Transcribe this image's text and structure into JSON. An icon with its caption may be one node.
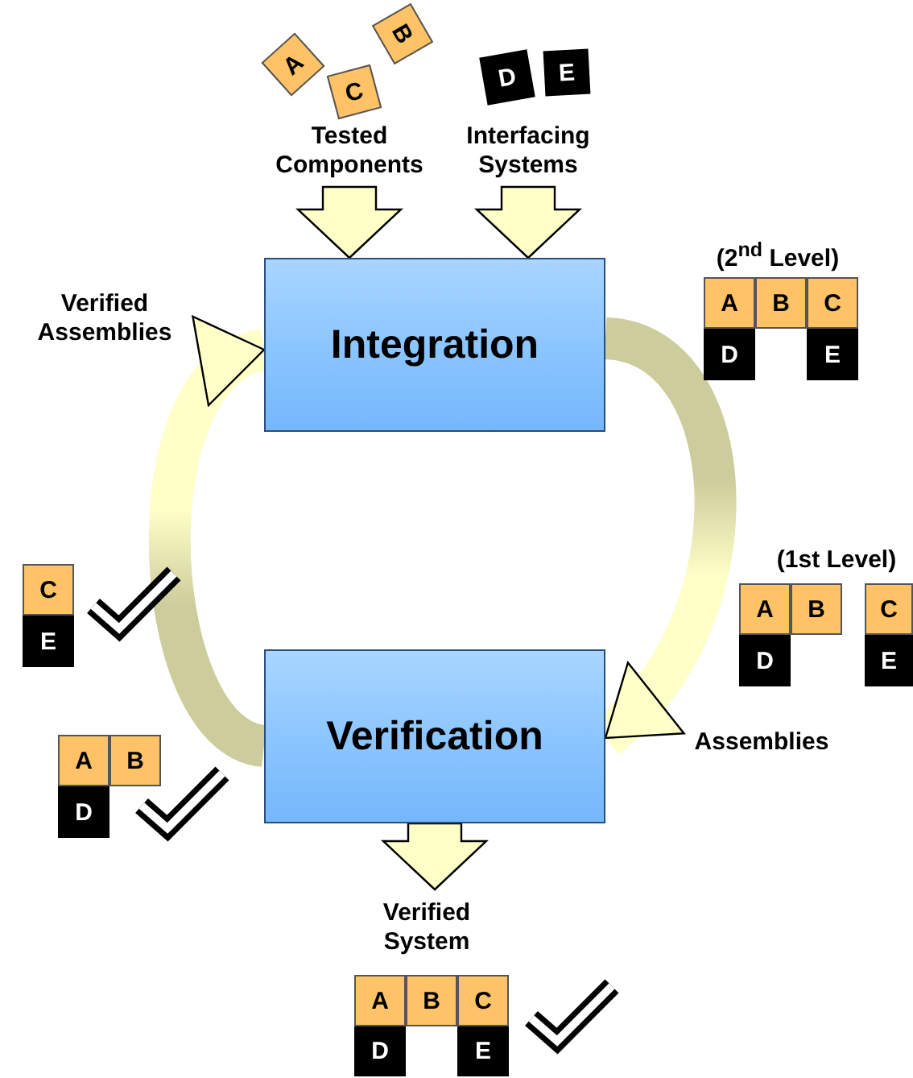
{
  "diagram": {
    "nodes": [
      {
        "text": [
          "A"
        ]
      },
      {
        "text": [
          "B"
        ]
      },
      {
        "text": [
          "C"
        ]
      },
      {
        "text": [
          "D"
        ]
      },
      {
        "text": [
          "E"
        ]
      },
      {
        "text": [
          "Tested Components"
        ]
      },
      {
        "text": [
          "Interfacing Systems"
        ]
      },
      {
        "text": [
          "Integration"
        ]
      },
      {
        "text": [
          "A"
        ]
      },
      {
        "text": [
          "B"
        ]
      },
      {
        "text": [
          "C"
        ]
      },
      {
        "text": [
          "D"
        ]
      },
      {
        "text": [
          "E"
        ]
      },
      {
        "text": [
          "A"
        ]
      },
      {
        "text": [
          "B"
        ]
      },
      {
        "text": [
          "D"
        ]
      },
      {
        "text": [
          "C"
        ]
      },
      {
        "text": [
          "E"
        ]
      },
      {
        "text": [
          "C"
        ]
      },
      {
        "text": [
          "E"
        ]
      },
      {
        "text": [
          "A"
        ]
      },
      {
        "text": [
          "B"
        ]
      },
      {
        "text": [
          "D"
        ]
      },
      {
        "text": [
          "Verification"
        ]
      },
      {
        "text": [
          "Verified System"
        ]
      },
      {
        "text": [
          "A"
        ]
      },
      {
        "text": [
          "B"
        ]
      },
      {
        "text": [
          "C"
        ]
      },
      {
        "text": [
          "D"
        ]
      },
      {
        "text": [
          "E"
        ]
      }
    ],
    "edges": [
      {
        "from": 5,
        "to": 7,
        "arrow": "to"
      },
      {
        "from": 6,
        "to": 7,
        "arrow": "to"
      },
      {
        "from": 7,
        "to": 23,
        "arrow": "to",
        "label": "Assemblies"
      },
      {
        "from": 23,
        "to": 7,
        "arrow": "to",
        "label": "Verified Assemblies"
      },
      {
        "from": 23,
        "to": 24,
        "arrow": "to"
      }
    ],
    "labels": [
      "(2$^{nd}$ Level)",
      "(1st Level)"
    ]
  }
}
